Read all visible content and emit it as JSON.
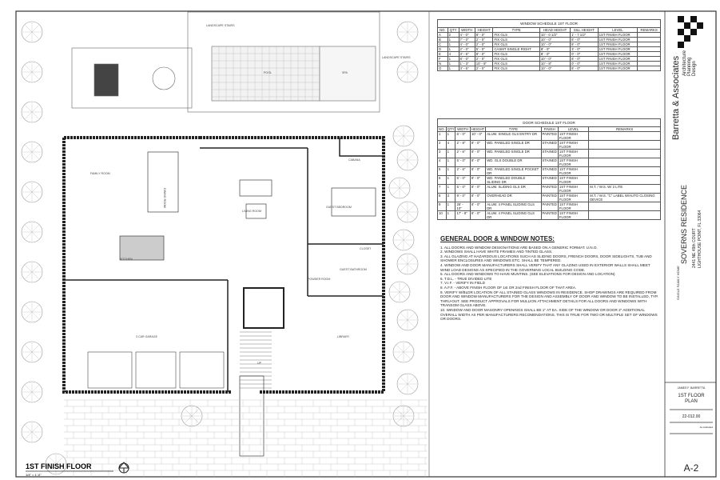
{
  "plan": {
    "title": "1ST FINISH FLOOR",
    "scale": "1/4\" = 1'-0\"",
    "rooms": {
      "pool": "POOL",
      "spa": "SPA",
      "landscape_stairs_1": "LANDSCAPE STAIRS",
      "landscape_stairs_2": "LANDSCAPE STAIRS",
      "family": "FAMILY ROOM",
      "dining": "DINING ROOM",
      "kitchen": "KITCHEN",
      "living": "LIVING ROOM",
      "cabana": "CABANA",
      "guest_bed": "GUEST BEDROOM",
      "closet": "CLOSET",
      "guest_bath": "GUEST BATHROOM",
      "powder": "POWDER ROOM",
      "library": "LIBRARY",
      "garage": "3 CAR GARAGE",
      "up": "UP"
    }
  },
  "window_schedule": {
    "title": "WINDOW SCHEDULE 1ST FLOOR",
    "headers": [
      "NO.",
      "QTY",
      "WIDTH",
      "HEIGHT",
      "TYPE",
      "HEAD HEIGHT",
      "SILL HEIGHT",
      "LEVEL",
      "REMARKS"
    ],
    "rows": [
      [
        "A",
        "2",
        "4' - 0\"",
        "8' - 0\"",
        "FIX GLS",
        "10' - 0 1/2\"",
        "1' - 7 1/2\"",
        "1ST FINISH FLOOR",
        ""
      ],
      [
        "B",
        "1",
        "7' - 0\"",
        "2' - 0\"",
        "FIX GLS",
        "10' - 0\"",
        "8' - 0\"",
        "1ST FINISH FLOOR",
        ""
      ],
      [
        "C",
        "1",
        "4' - 0\"",
        "2' - 0\"",
        "FIX GLS",
        "10' - 0\"",
        "8' - 0\"",
        "1ST FINISH FLOOR",
        ""
      ],
      [
        "D",
        "1",
        "2' - 0\"",
        "5' - 0\"",
        "CASMT SINGLE RIGHT",
        "8' - 0\"",
        "3' - 0\"",
        "1ST FINISH FLOOR",
        ""
      ],
      [
        "E",
        "4",
        "3' - 6\"",
        "8' - 0\"",
        "FIX GLS",
        "8' - 0\"",
        "0' - 0\"",
        "1ST FINISH FLOOR",
        ""
      ],
      [
        "F",
        "1",
        "8' - 0\"",
        "2' - 0\"",
        "FIX GLS",
        "10' - 0\"",
        "8' - 0\"",
        "1ST FINISH FLOOR",
        ""
      ],
      [
        "N",
        "1",
        "1' - 3\"",
        "10' - 8\"",
        "FIX GLS",
        "10' - 8\"",
        "0' - 0\"",
        "1ST FINISH FLOOR",
        ""
      ],
      [
        "O",
        "1",
        "3' - 6\"",
        "2' - 0\"",
        "FIX GLS",
        "10' - 0\"",
        "8' - 0\"",
        "1ST FINISH FLOOR",
        ""
      ]
    ]
  },
  "door_schedule": {
    "title": "DOOR SCHEDULE 1ST FLOOR",
    "headers": [
      "NO.",
      "QTY",
      "WIDTH",
      "HEIGHT",
      "TYPE",
      "FINISH",
      "LEVEL",
      "REMARKS"
    ],
    "rows": [
      [
        "1",
        "1",
        "6' - 0\"",
        "10' - 0\"",
        "ALUM. SINGLE GLS ENTRY DR",
        "PAINTED",
        "1ST FINISH FLOOR",
        ""
      ],
      [
        "2",
        "4",
        "2' - 8\"",
        "8' - 0\"",
        "WD. PANELED SINGLE DR",
        "STAINED",
        "1ST FINISH FLOOR",
        ""
      ],
      [
        "3",
        "1",
        "2' - 6\"",
        "8' - 0\"",
        "WD. PANELED SINGLE DR",
        "STAINED",
        "1ST FINISH FLOOR",
        ""
      ],
      [
        "4",
        "1",
        "5' - 0\"",
        "8' - 0\"",
        "WD. GLS DOUBLE DR",
        "STAINED",
        "1ST FINISH FLOOR",
        ""
      ],
      [
        "5",
        "1",
        "2' - 6\"",
        "8' - 0\"",
        "WD. PANELED SINGLE POCKET DR",
        "STAINED",
        "1ST FINISH FLOOR",
        ""
      ],
      [
        "6",
        "1",
        "5' - 0\"",
        "8' - 0\"",
        "WD. PANELED DOUBLE SLIDING DR",
        "STAINED",
        "1ST FINISH FLOOR",
        ""
      ],
      [
        "7",
        "1",
        "5' - 0\"",
        "8' - 0\"",
        "ALUM. SLIDING GLS DR",
        "PAINTED",
        "1ST FINISH FLOOR",
        "M.T. / W.S. W/ 2 LITE"
      ],
      [
        "8",
        "3",
        "9' - 0\"",
        "8' - 0\"",
        "OVERHEAD DR",
        "PAINTED",
        "1ST FINISH FLOOR",
        "M.T. / W.S. \"C\" LABEL W/AUTO CLOSING DEVICE"
      ],
      [
        "9",
        "1",
        "26' - 10\"",
        "8' - 0\"",
        "ALUM. 4 PANEL SLIDING GLS DR",
        "PAINTED",
        "1ST FINISH FLOOR",
        ""
      ],
      [
        "10",
        "1",
        "17' - 8\"",
        "8' - 0\"",
        "ALUM. 4 PANEL SLIDING GLS DR",
        "PAINTED",
        "1ST FINISH FLOOR",
        ""
      ]
    ]
  },
  "notes": {
    "title": "GENERAL DOOR & WINDOW NOTES:",
    "items": [
      "1.   ALL DOORS AND WINDOW DESIGNATIONS ARE BASED ON A GENERIC FORMAT. U.N.O.",
      "2.   WINDOWS SHALL HAVE WHITE FRAMES AND TINTED GLASS.",
      "3.   ALL GLAZING AT HAZARDOUS LOCATIONS SUCH AS SLIDING DOORS, FRENCH DOORS, DOOR SIDELIGHTS, TUB AND SHOWER ENCLOSURES AND WINDOWS ETC. SHALL BE TEMPERED.",
      "4.   WINDOW AND DOOR MANUFACTURERS SHALL VERIFY THAT ANY GLAZING USED IN EXTERIOR WALLS SHALL MEET WIND LOAD DESIGNS AS SPECIFIED IN THE GOVERNING LOCAL BUILDING CODE.",
      "5.   ALL DOORS AND WINDOWS TO HAVE MUNTINS. (SEE ELEVATIONS FOR DESIGN AND LOCATION)",
      "6.   T.D.L. - TRUE DIVIDED LITE",
      "7.   V.I.F. - VERIFY IN FIELD",
      "8.   A.F.F. - ABOVE FINISH FLOOR OF 1st OR 2nd FINISH FLOOR OF THAT AREA.",
      "9.   VERIFY W/BLDR LOCATION OF ALL STAINED GLASS WINDOWS IN RESIDENCE. SHOP DRAWINGS ARE REQUIRED FROM DOOR AND WINDOW MANUFACTURERS FOR THE DESIGN AND ASSEMBLY OF DOOR AND WINDOW TO BE INSTALLED, TYP. THRU-OUT. SEE PRODUCT APPROVALS FOR MULLION ATTACHMENT DETAILS FOR ALL DOORS AND WINDOWS WITH TRANSOM GLASS ABOVE.",
      "10.  WINDOW AND DOOR MASONRY OPENINGS SHALL BE 1\" AT EA. SIDE OF THE WINDOW OR DOOR 2\" ADDITIONAL OVERALL WIDTH AS PER MANUFACTURERS RECOMENDATIONS. THIS IS TRUE FOR TWO OR MULTIPLE SET OF WINDOWS OR DOORS."
    ]
  },
  "title_block": {
    "firm": "Barretta & Associates",
    "firm_sub": [
      "Architecture",
      "Planning",
      "Design"
    ],
    "project_type": "SINGLE FAMILY HOME",
    "project": "SOVERNS RESIDENCE",
    "address1": "2441 NE 49th COURT",
    "address2": "LIGHTHOUSE POINT, FL 33064",
    "architect": "JAMES F. BARRETTA",
    "sheet_title": "1ST FLOOR PLAN",
    "project_number": "22-012.00",
    "scale": "As indicated",
    "sheet_number": "A-2"
  }
}
